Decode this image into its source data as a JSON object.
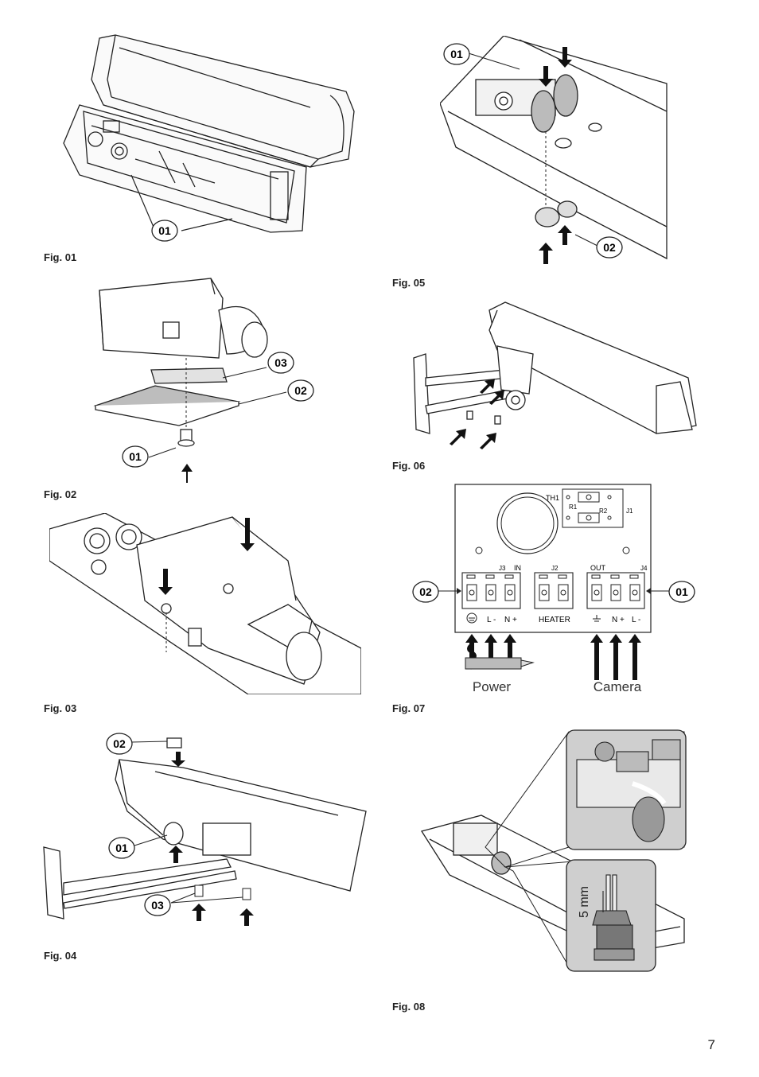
{
  "page_number": "7",
  "figures": {
    "fig01": {
      "caption": "Fig. 01",
      "callouts": [
        "01"
      ]
    },
    "fig02": {
      "caption": "Fig. 02",
      "callouts": [
        "03",
        "02",
        "01"
      ]
    },
    "fig03": {
      "caption": "Fig. 03"
    },
    "fig04": {
      "caption": "Fig. 04",
      "callouts": [
        "02",
        "01",
        "03"
      ]
    },
    "fig05": {
      "caption": "Fig. 05",
      "callouts": [
        "01",
        "02"
      ]
    },
    "fig06": {
      "caption": "Fig. 06"
    },
    "fig07": {
      "caption": "Fig. 07",
      "callouts": [
        "02",
        "01"
      ],
      "board_labels": {
        "th1": "TH1",
        "r1": "R1",
        "r2": "R2",
        "j1": "J1",
        "j3": "J3",
        "in": "IN",
        "j2": "J2",
        "out": "OUT",
        "j4": "J4"
      },
      "terminal_labels": {
        "l_minus": "L -",
        "n_plus": "N +",
        "heater": "HEATER",
        "cam_n_plus": "N +",
        "cam_l_minus": "L -"
      },
      "group_labels": {
        "power": "Power",
        "camera": "Camera"
      }
    },
    "fig08": {
      "caption": "Fig. 08",
      "dimension": "5 mm"
    }
  }
}
